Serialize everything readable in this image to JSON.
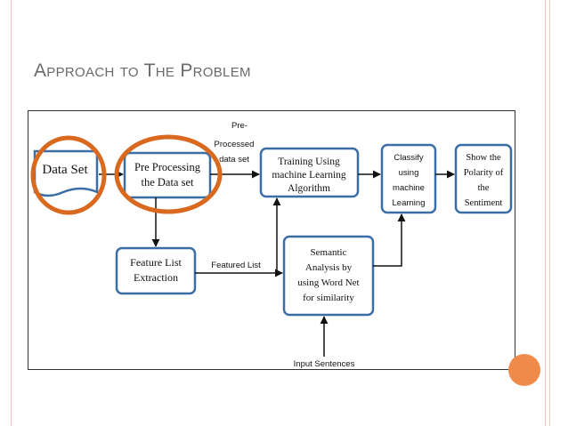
{
  "slide": {
    "title": "Approach to The Problem",
    "colors": {
      "accent": "#f08a4b",
      "frame": "#f3c5ad",
      "box_border": "#3c6ea6",
      "highlight_ring": "#d8691f",
      "title": "#6a6a6a"
    }
  },
  "diagram": {
    "data_set": "Data Set",
    "pre_processing": [
      "Pre Processing",
      "the Data set"
    ],
    "pre_processed_label": [
      "Pre-",
      "Processed",
      "data set"
    ],
    "training": [
      "Training Using",
      "machine Learning",
      "Algorithm"
    ],
    "classify": [
      "Classify",
      "using",
      "machine",
      "Learning"
    ],
    "show_polarity": [
      "Show the",
      "Polarity of",
      "the",
      "Sentiment"
    ],
    "feature_list": [
      "Feature List",
      "Extraction"
    ],
    "featured_list_label": "Featured List",
    "semantic": [
      "Semantic",
      "Analysis by",
      "using Word Net",
      "for similarity"
    ],
    "input_sentences": "Input Sentences"
  }
}
